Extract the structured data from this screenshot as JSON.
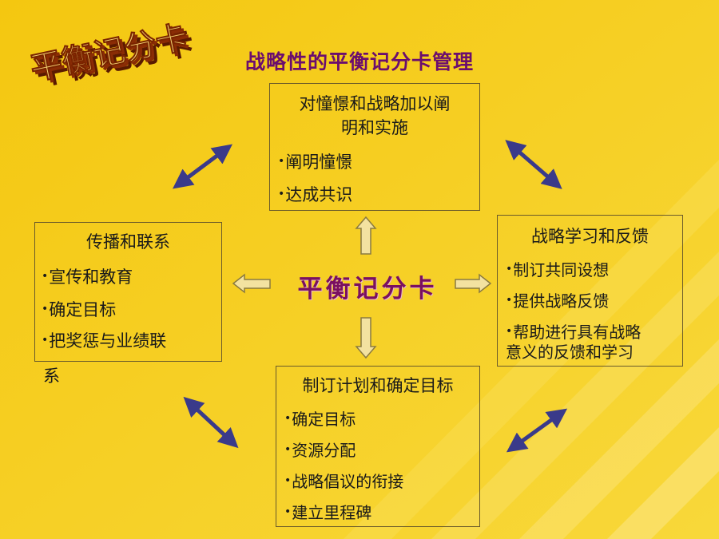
{
  "logo": {
    "text": "平衡记分卡"
  },
  "title": "战略性的平衡记分卡管理",
  "center": {
    "label": "平衡记分卡"
  },
  "boxes": {
    "top": {
      "heading_line1": "对憧憬和战略加以阐",
      "heading_line2": "明和实施",
      "items": [
        "阐明憧憬",
        "达成共识"
      ]
    },
    "left": {
      "heading": "传播和联系",
      "items": [
        "宣传和教育",
        "确定目标"
      ],
      "wrap_item_line1": "把奖惩与业绩联",
      "wrap_item_line2": "系"
    },
    "right": {
      "heading": "战略学习和反馈",
      "items": [
        "制订共同设想",
        "提供战略反馈"
      ],
      "wrap_item_line1": "帮助进行具有战略",
      "wrap_item_line2": "意义的反馈和学习"
    },
    "bottom": {
      "heading": "制订计划和确定目标",
      "items": [
        "确定目标",
        "资源分配",
        "战略倡议的衔接",
        "建立里程碑"
      ]
    }
  },
  "colors": {
    "background": "#f6cf1c",
    "title": "#6b0d6e",
    "arrow_double": "#3a3a8a",
    "arrow_hollow_fill": "#f3e2a0",
    "arrow_hollow_stroke": "#8a7a40"
  }
}
